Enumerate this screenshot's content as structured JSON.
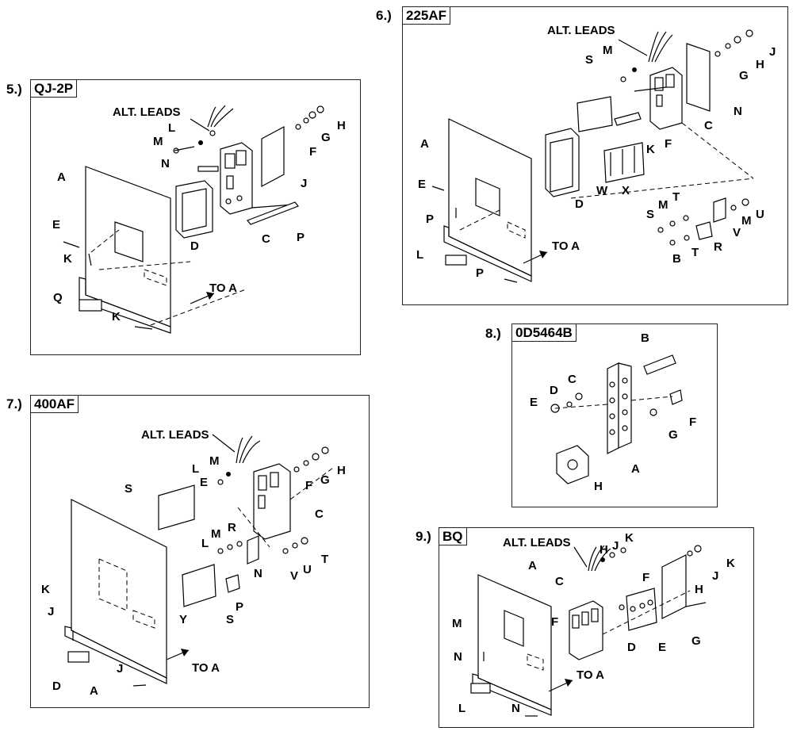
{
  "diagrams": [
    {
      "id": "d5",
      "number": "5.)",
      "title": "QJ-2P",
      "labels": [
        "ALT. LEADS",
        "L",
        "M",
        "N",
        "H",
        "G",
        "F",
        "J",
        "A",
        "C",
        "D",
        "E",
        "K",
        "P",
        "Q",
        "K",
        "TO A"
      ]
    },
    {
      "id": "d6",
      "number": "6.)",
      "title": "225AF",
      "labels": [
        "ALT. LEADS",
        "M",
        "S",
        "J",
        "H",
        "G",
        "N",
        "C",
        "K",
        "F",
        "A",
        "E",
        "W",
        "X",
        "D",
        "P",
        "S",
        "M",
        "T",
        "U",
        "V",
        "M",
        "R",
        "B",
        "T",
        "L",
        "P",
        "TO A"
      ]
    },
    {
      "id": "d7",
      "number": "7.)",
      "title": "400AF",
      "labels": [
        "ALT. LEADS",
        "M",
        "L",
        "H",
        "G",
        "F",
        "E",
        "C",
        "S",
        "L",
        "M",
        "R",
        "N",
        "T",
        "U",
        "V",
        "K",
        "P",
        "J",
        "Y",
        "S",
        "D",
        "A",
        "J",
        "TO A"
      ]
    },
    {
      "id": "d8",
      "number": "8.)",
      "title": "0D5464B",
      "labels": [
        "B",
        "C",
        "D",
        "E",
        "F",
        "G",
        "A",
        "H"
      ]
    },
    {
      "id": "d9",
      "number": "9.)",
      "title": "BQ",
      "labels": [
        "ALT. LEADS",
        "H",
        "J",
        "K",
        "A",
        "C",
        "F",
        "K",
        "J",
        "H",
        "M",
        "F",
        "D",
        "E",
        "G",
        "N",
        "TO A",
        "L",
        "N"
      ]
    }
  ]
}
